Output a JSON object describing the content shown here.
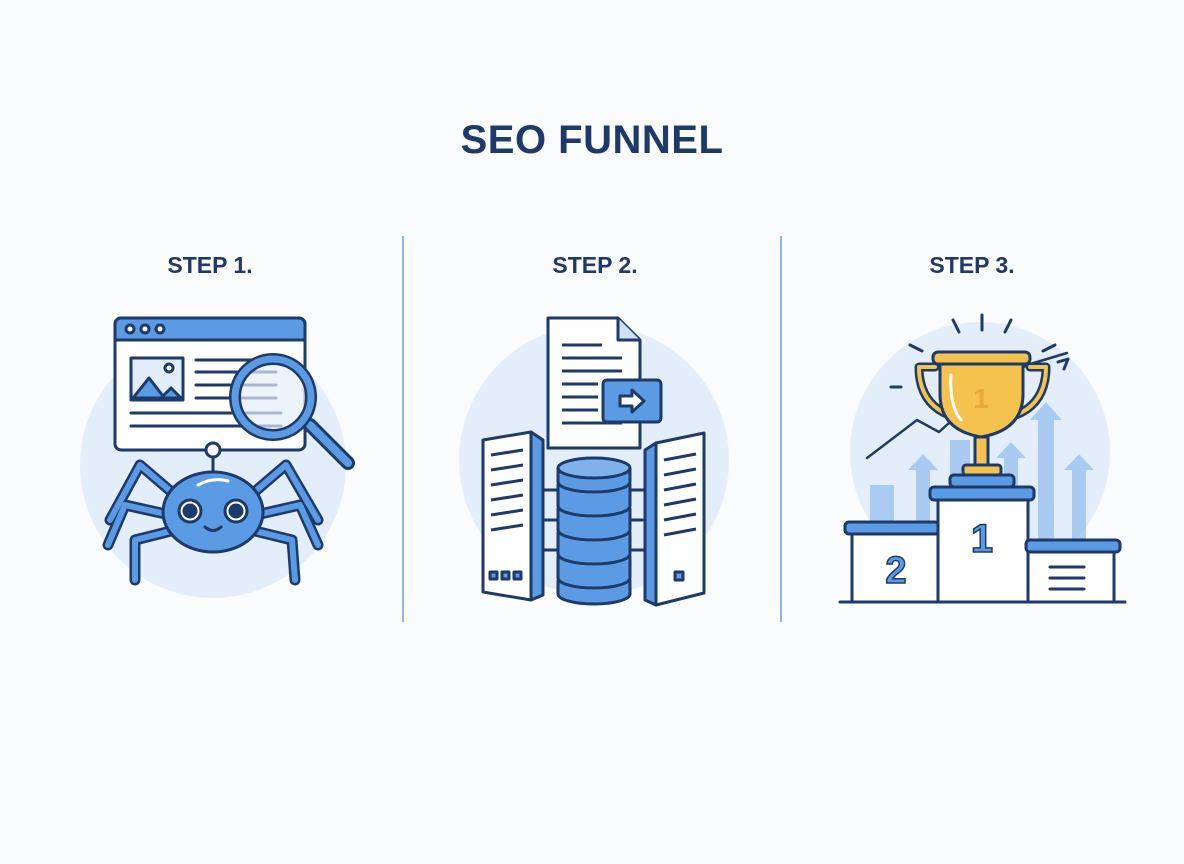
{
  "title": "SEO FUNNEL",
  "steps": [
    {
      "label": "STEP 1.",
      "icon": "crawler-spider-icon"
    },
    {
      "label": "STEP 2.",
      "icon": "indexing-database-icon"
    },
    {
      "label": "STEP 3.",
      "icon": "ranking-trophy-podium-icon"
    }
  ],
  "podium": {
    "first": "1",
    "second": "2",
    "trophy": "1"
  },
  "colors": {
    "navy": "#1e3a6b",
    "blue": "#5b9be3",
    "light_blue": "#e4eefa",
    "gold": "#f6c24e"
  }
}
